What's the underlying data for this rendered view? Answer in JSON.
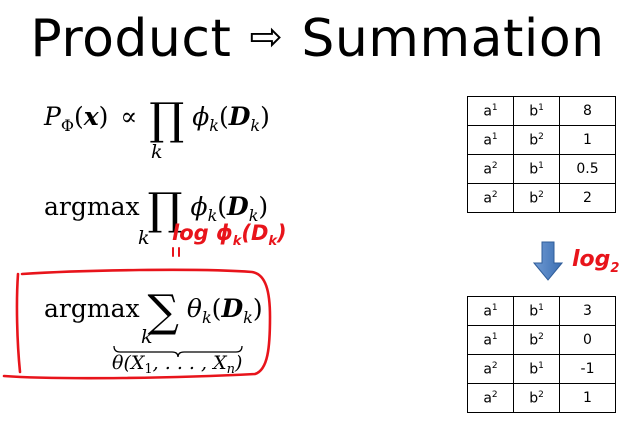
{
  "title": {
    "left": "Product",
    "arrow": "⇨",
    "right": "Summation"
  },
  "equations": {
    "eq1": {
      "lhs": "P",
      "lhs_sub": "Φ",
      "arg": "(x)",
      "rel": "∝",
      "op": "∏",
      "op_sub": "k",
      "factor": "ϕ",
      "factor_sub": "k",
      "factor_arg": "D",
      "factor_arg_sub": "k"
    },
    "eq2": {
      "label": "argmax",
      "op": "∏",
      "op_sub": "k",
      "factor": "ϕ",
      "factor_sub": "k",
      "factor_arg": "D",
      "factor_arg_sub": "k"
    },
    "eq3": {
      "label": "argmax",
      "op": "∑",
      "op_sub": "k",
      "factor": "θ",
      "factor_sub": "k",
      "factor_arg": "D",
      "factor_arg_sub": "k",
      "underbrace_text": "θ(X",
      "underbrace_sub1": "1",
      "underbrace_mid": ", . . . , X",
      "underbrace_subn": "n",
      "underbrace_close": ")"
    }
  },
  "annotations": {
    "log_phi": "log ϕ",
    "log_phi_sub": "k",
    "log_phi_arg": "(D",
    "log_phi_arg_sub": "k",
    "log_phi_close": ")",
    "log2": "log",
    "log2_sub": "2",
    "colors": {
      "ink": "#e8141b",
      "arrow": "#4a7ebb"
    }
  },
  "table_product": {
    "rows": [
      {
        "a": "a",
        "a_sup": "1",
        "b": "b",
        "b_sup": "1",
        "value": "8"
      },
      {
        "a": "a",
        "a_sup": "1",
        "b": "b",
        "b_sup": "2",
        "value": "1"
      },
      {
        "a": "a",
        "a_sup": "2",
        "b": "b",
        "b_sup": "1",
        "value": "0.5"
      },
      {
        "a": "a",
        "a_sup": "2",
        "b": "b",
        "b_sup": "2",
        "value": "2"
      }
    ]
  },
  "table_sum": {
    "rows": [
      {
        "a": "a",
        "a_sup": "1",
        "b": "b",
        "b_sup": "1",
        "value": "3"
      },
      {
        "a": "a",
        "a_sup": "1",
        "b": "b",
        "b_sup": "2",
        "value": "0"
      },
      {
        "a": "a",
        "a_sup": "2",
        "b": "b",
        "b_sup": "1",
        "value": "-1"
      },
      {
        "a": "a",
        "a_sup": "2",
        "b": "b",
        "b_sup": "2",
        "value": "1"
      }
    ]
  }
}
